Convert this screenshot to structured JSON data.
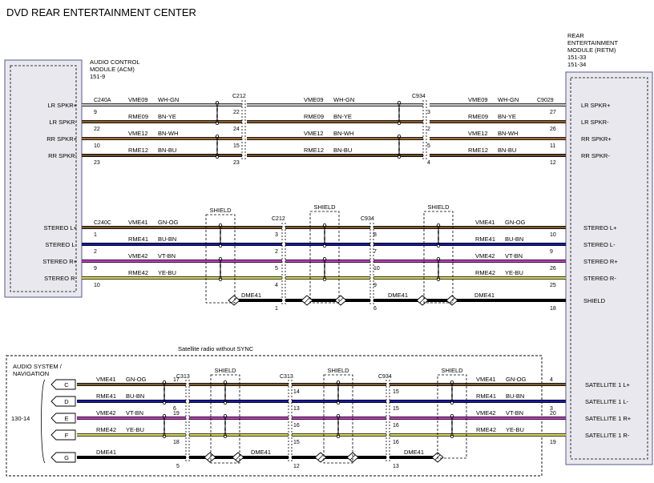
{
  "title": "DVD REAR ENTERTAINMENT CENTER",
  "acm": {
    "name": "AUDIO CONTROL\nMODULE (ACM)",
    "ref": "151-9"
  },
  "retm": {
    "name": "REAR\nENTERTAINMENT\nMODULE (RETM)",
    "ref1": "151-33",
    "ref2": "151-34"
  },
  "audio_nav": {
    "name": "AUDIO SYSTEM /\nNAVIGATION",
    "ref": "130-14"
  },
  "satellite_note": "Satellite radio without SYNC",
  "shield_label": "SHIELD",
  "drain_wire": "DME41",
  "connectors": {
    "c240a": "C240A",
    "c212": "C212",
    "c934": "C934",
    "c9029": "C9029",
    "c240c": "C240C",
    "c313": "C313"
  },
  "colors": {
    "wh_gn": "#c8c8c8",
    "bn_ye": "#8a5a2a",
    "bn_wh": "#9a6a3a",
    "bn_bu": "#6a4a2a",
    "gn_og": "#7a5a30",
    "bu_bn": "#1a1aa0",
    "vt_bn": "#c040c0",
    "ye_bu": "#d8d860",
    "drain": "#000000"
  },
  "speaker_section": {
    "left_labels": [
      "LR SPKR+",
      "LR SPKR-",
      "RR SPKR+",
      "RR SPKR-"
    ],
    "right_labels": [
      "LR SPKR+",
      "LR SPKR-",
      "RR SPKR+",
      "RR SPKR-"
    ],
    "rows": [
      {
        "circuit": "VME09",
        "color": "WH-GN",
        "p1": "9",
        "p2": "22",
        "p3": "3",
        "p4": "27"
      },
      {
        "circuit": "RME09",
        "color": "BN-YE",
        "p1": "22",
        "p2": "24",
        "p3": "2",
        "p4": "26"
      },
      {
        "circuit": "VME12",
        "color": "BN-WH",
        "p1": "10",
        "p2": "15",
        "p3": "5",
        "p4": "11"
      },
      {
        "circuit": "RME12",
        "color": "BN-BU",
        "p1": "23",
        "p2": "23",
        "p3": "4",
        "p4": "12"
      }
    ]
  },
  "stereo_section": {
    "left_labels": [
      "STEREO L+",
      "STEREO L-",
      "STEREO R+",
      "STEREO R-"
    ],
    "right_labels": [
      "STEREO L+",
      "STEREO L-",
      "STEREO R+",
      "STEREO R-",
      "SHIELD"
    ],
    "rows": [
      {
        "circuit": "VME41",
        "color": "GN-OG",
        "p1": "1",
        "p2": "3",
        "p3": "8",
        "p4": "10"
      },
      {
        "circuit": "RME41",
        "color": "BU-BN",
        "p1": "2",
        "p2": "2",
        "p3": "7",
        "p4": "9"
      },
      {
        "circuit": "VME42",
        "color": "VT-BN",
        "p1": "9",
        "p2": "5",
        "p3": "10",
        "p4": "26"
      },
      {
        "circuit": "RME42",
        "color": "YE-BU",
        "p1": "10",
        "p2": "4",
        "p3": "9",
        "p4": "25"
      }
    ],
    "drain_pins": {
      "p2": "1",
      "p3": "6",
      "p4": "18"
    }
  },
  "satellite_section": {
    "pins_left": [
      "C",
      "D",
      "E",
      "F",
      "G"
    ],
    "right_labels": [
      "SATELLITE 1 L+",
      "SATELLITE 1 L-",
      "SATELLITE 1 R+",
      "SATELLITE 1 R-"
    ],
    "rows": [
      {
        "circuit": "VME41",
        "color": "GN-OG",
        "p1": "17",
        "p2": "14",
        "p3": "15",
        "p4": "4"
      },
      {
        "circuit": "RME41",
        "color": "BU-BN",
        "p1": "6",
        "p2": "13",
        "p3": "15",
        "p4": "3"
      },
      {
        "circuit": "VME42",
        "color": "VT-BN",
        "p1": "19",
        "p2": "16",
        "p3": "16",
        "p4": "20"
      },
      {
        "circuit": "RME42",
        "color": "YE-BU",
        "p1": "18",
        "p2": "15",
        "p3": "16",
        "p4": "19"
      }
    ],
    "drain_pins": {
      "p1": "5",
      "p2": "12",
      "p3": "13"
    }
  }
}
